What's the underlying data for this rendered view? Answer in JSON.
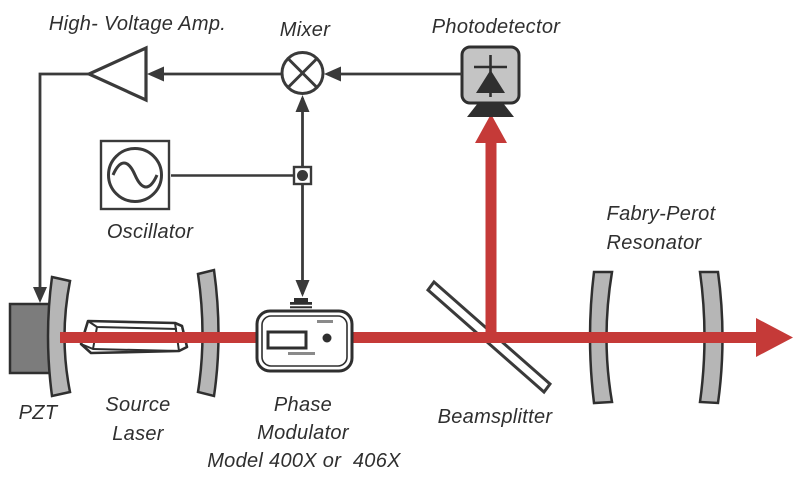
{
  "figure": {
    "type": "optical-feedback-diagram",
    "components": {
      "hv_amp": {
        "label": "High- Voltage Amp."
      },
      "mixer": {
        "label": "Mixer"
      },
      "photodetector": {
        "label": "Photodetector"
      },
      "oscillator": {
        "label": "Oscillator"
      },
      "pzt": {
        "label": "PZT"
      },
      "source_laser": {
        "label_line1": "Source",
        "label_line2": "Laser"
      },
      "phase_modulator": {
        "label_line1": "Phase",
        "label_line2": "Modulator",
        "label_line3": "Model 400X or  406X"
      },
      "beamsplitter": {
        "label": "Beamsplitter"
      },
      "fabry_perot": {
        "label_line1": "Fabry-Perot",
        "label_line2": "Resonator"
      }
    },
    "colors": {
      "beam_red": "#c53a38",
      "wire_dark": "#3a3a3a",
      "symbol_dark": "#2f2f2f",
      "mirror_gray": "#b6b6b6",
      "pzt_gray": "#7c7c7c",
      "detector_gray": "#c4c4c4",
      "background": "#ffffff"
    }
  }
}
